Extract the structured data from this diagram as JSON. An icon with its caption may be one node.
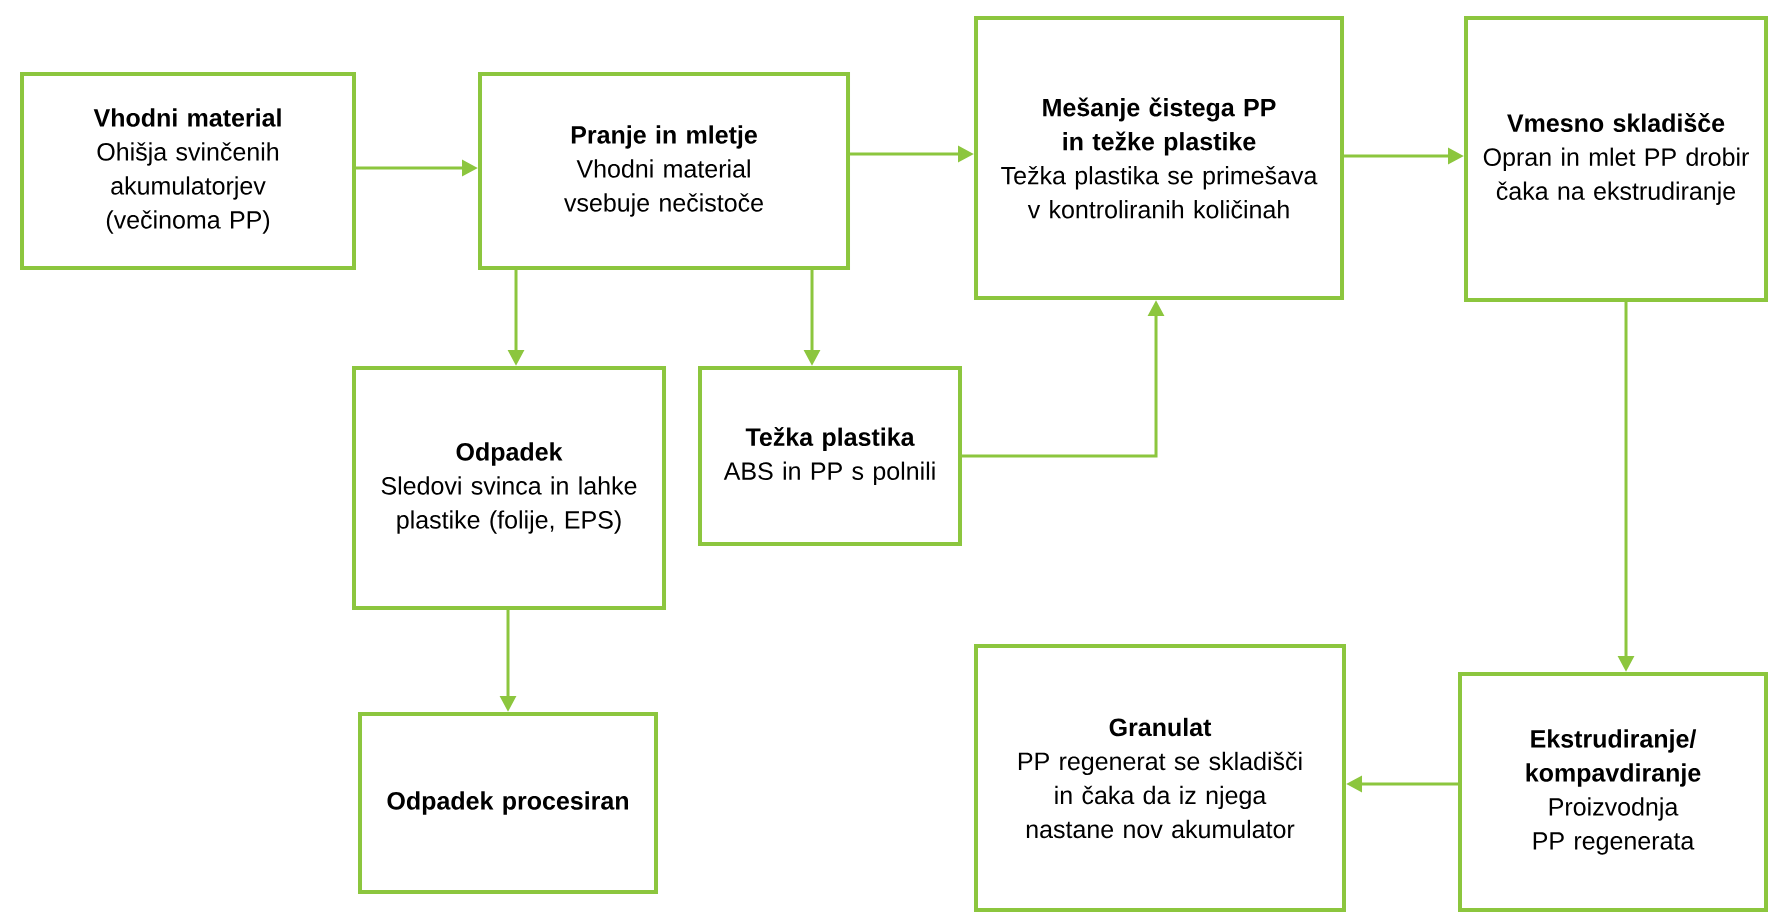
{
  "diagram": {
    "nodes": [
      {
        "text": [
          "Vhodni material",
          "Ohišja svinčenih akumulatorjev (večinoma PP)"
        ]
      },
      {
        "text": [
          "Pranje in mletje",
          "Vhodni material vsebuje nečistoče"
        ]
      },
      {
        "text": [
          "Mešanje čistega PP in težke plastike",
          "Težka plastika se primešava v kontroliranih količinah"
        ]
      },
      {
        "text": [
          "Vmesno skladišče",
          "Opran in mlet PP drobir čaka na ekstrudiranje"
        ]
      },
      {
        "text": [
          "Odpadek",
          "Sledovi svinca in lahke plastike (folije, EPS)"
        ]
      },
      {
        "text": [
          "Težka plastika",
          "ABS in PP s polnili"
        ]
      },
      {
        "text": [
          "Odpadek procesiran"
        ]
      },
      {
        "text": [
          "Granulat",
          "PP regenerat se skladišči in čaka da iz njega nastane nov akumulator"
        ]
      },
      {
        "text": [
          "Ekstrudiranje/ kompavdiranje",
          "Proizvodnja PP regenerata"
        ]
      }
    ],
    "edges": [
      {
        "from": 0,
        "to": 1,
        "arrow": "to"
      },
      {
        "from": 1,
        "to": 2,
        "arrow": "to"
      },
      {
        "from": 1,
        "to": 4,
        "arrow": "to"
      },
      {
        "from": 1,
        "to": 5,
        "arrow": "to"
      },
      {
        "from": 5,
        "to": 2,
        "arrow": "to"
      },
      {
        "from": 2,
        "to": 3,
        "arrow": "to"
      },
      {
        "from": 3,
        "to": 8,
        "arrow": "to"
      },
      {
        "from": 8,
        "to": 7,
        "arrow": "to"
      },
      {
        "from": 4,
        "to": 6,
        "arrow": "to"
      }
    ]
  }
}
